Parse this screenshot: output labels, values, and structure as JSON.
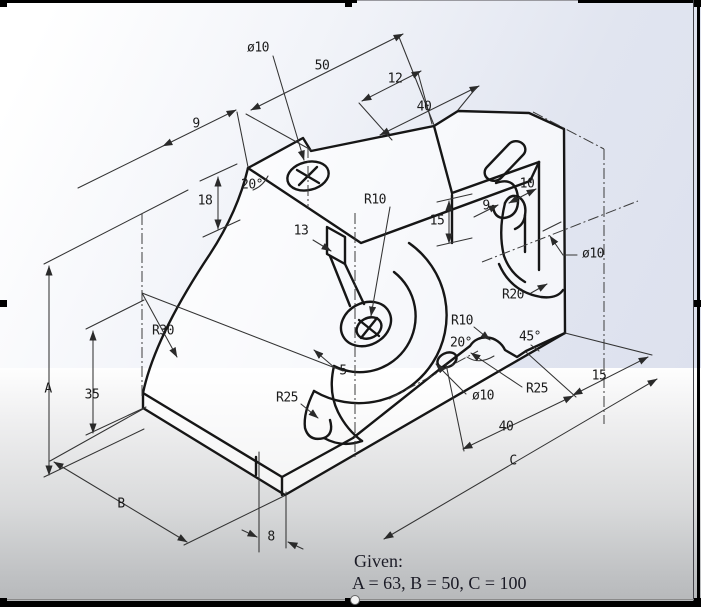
{
  "drawing": {
    "dimensions": {
      "dia10_top": "ø10",
      "len50": "50",
      "len12": "12",
      "len40_top": "40",
      "len9_top": "9",
      "ang20_top": "20°",
      "len18": "18",
      "r10_top": "R10",
      "len13": "13",
      "len15_mid": "15",
      "len9_right": "9",
      "len10_right": "10",
      "dia10_right": "ø10",
      "r20": "R20",
      "r10_right": "R10",
      "ang20_right": "20°",
      "ang45": "45°",
      "len15_right": "15",
      "r30": "R30",
      "len35": "35",
      "dim_a": "A",
      "len5": "5",
      "r25_left": "R25",
      "dia10_bottom": "ø10",
      "r25_right": "R25",
      "len40_bottom": "40",
      "dim_c": "C",
      "dim_b": "B",
      "len8": "8"
    },
    "caption": {
      "line1": "Given:",
      "line2": "A = 63, B = 50, C = 100"
    },
    "colors": {
      "edge_line": "#161616",
      "dimension_line": "#333333",
      "viewport_top": "#dde1ee",
      "viewport_bottom": "#b5b7b9",
      "selection": "#000000"
    }
  }
}
